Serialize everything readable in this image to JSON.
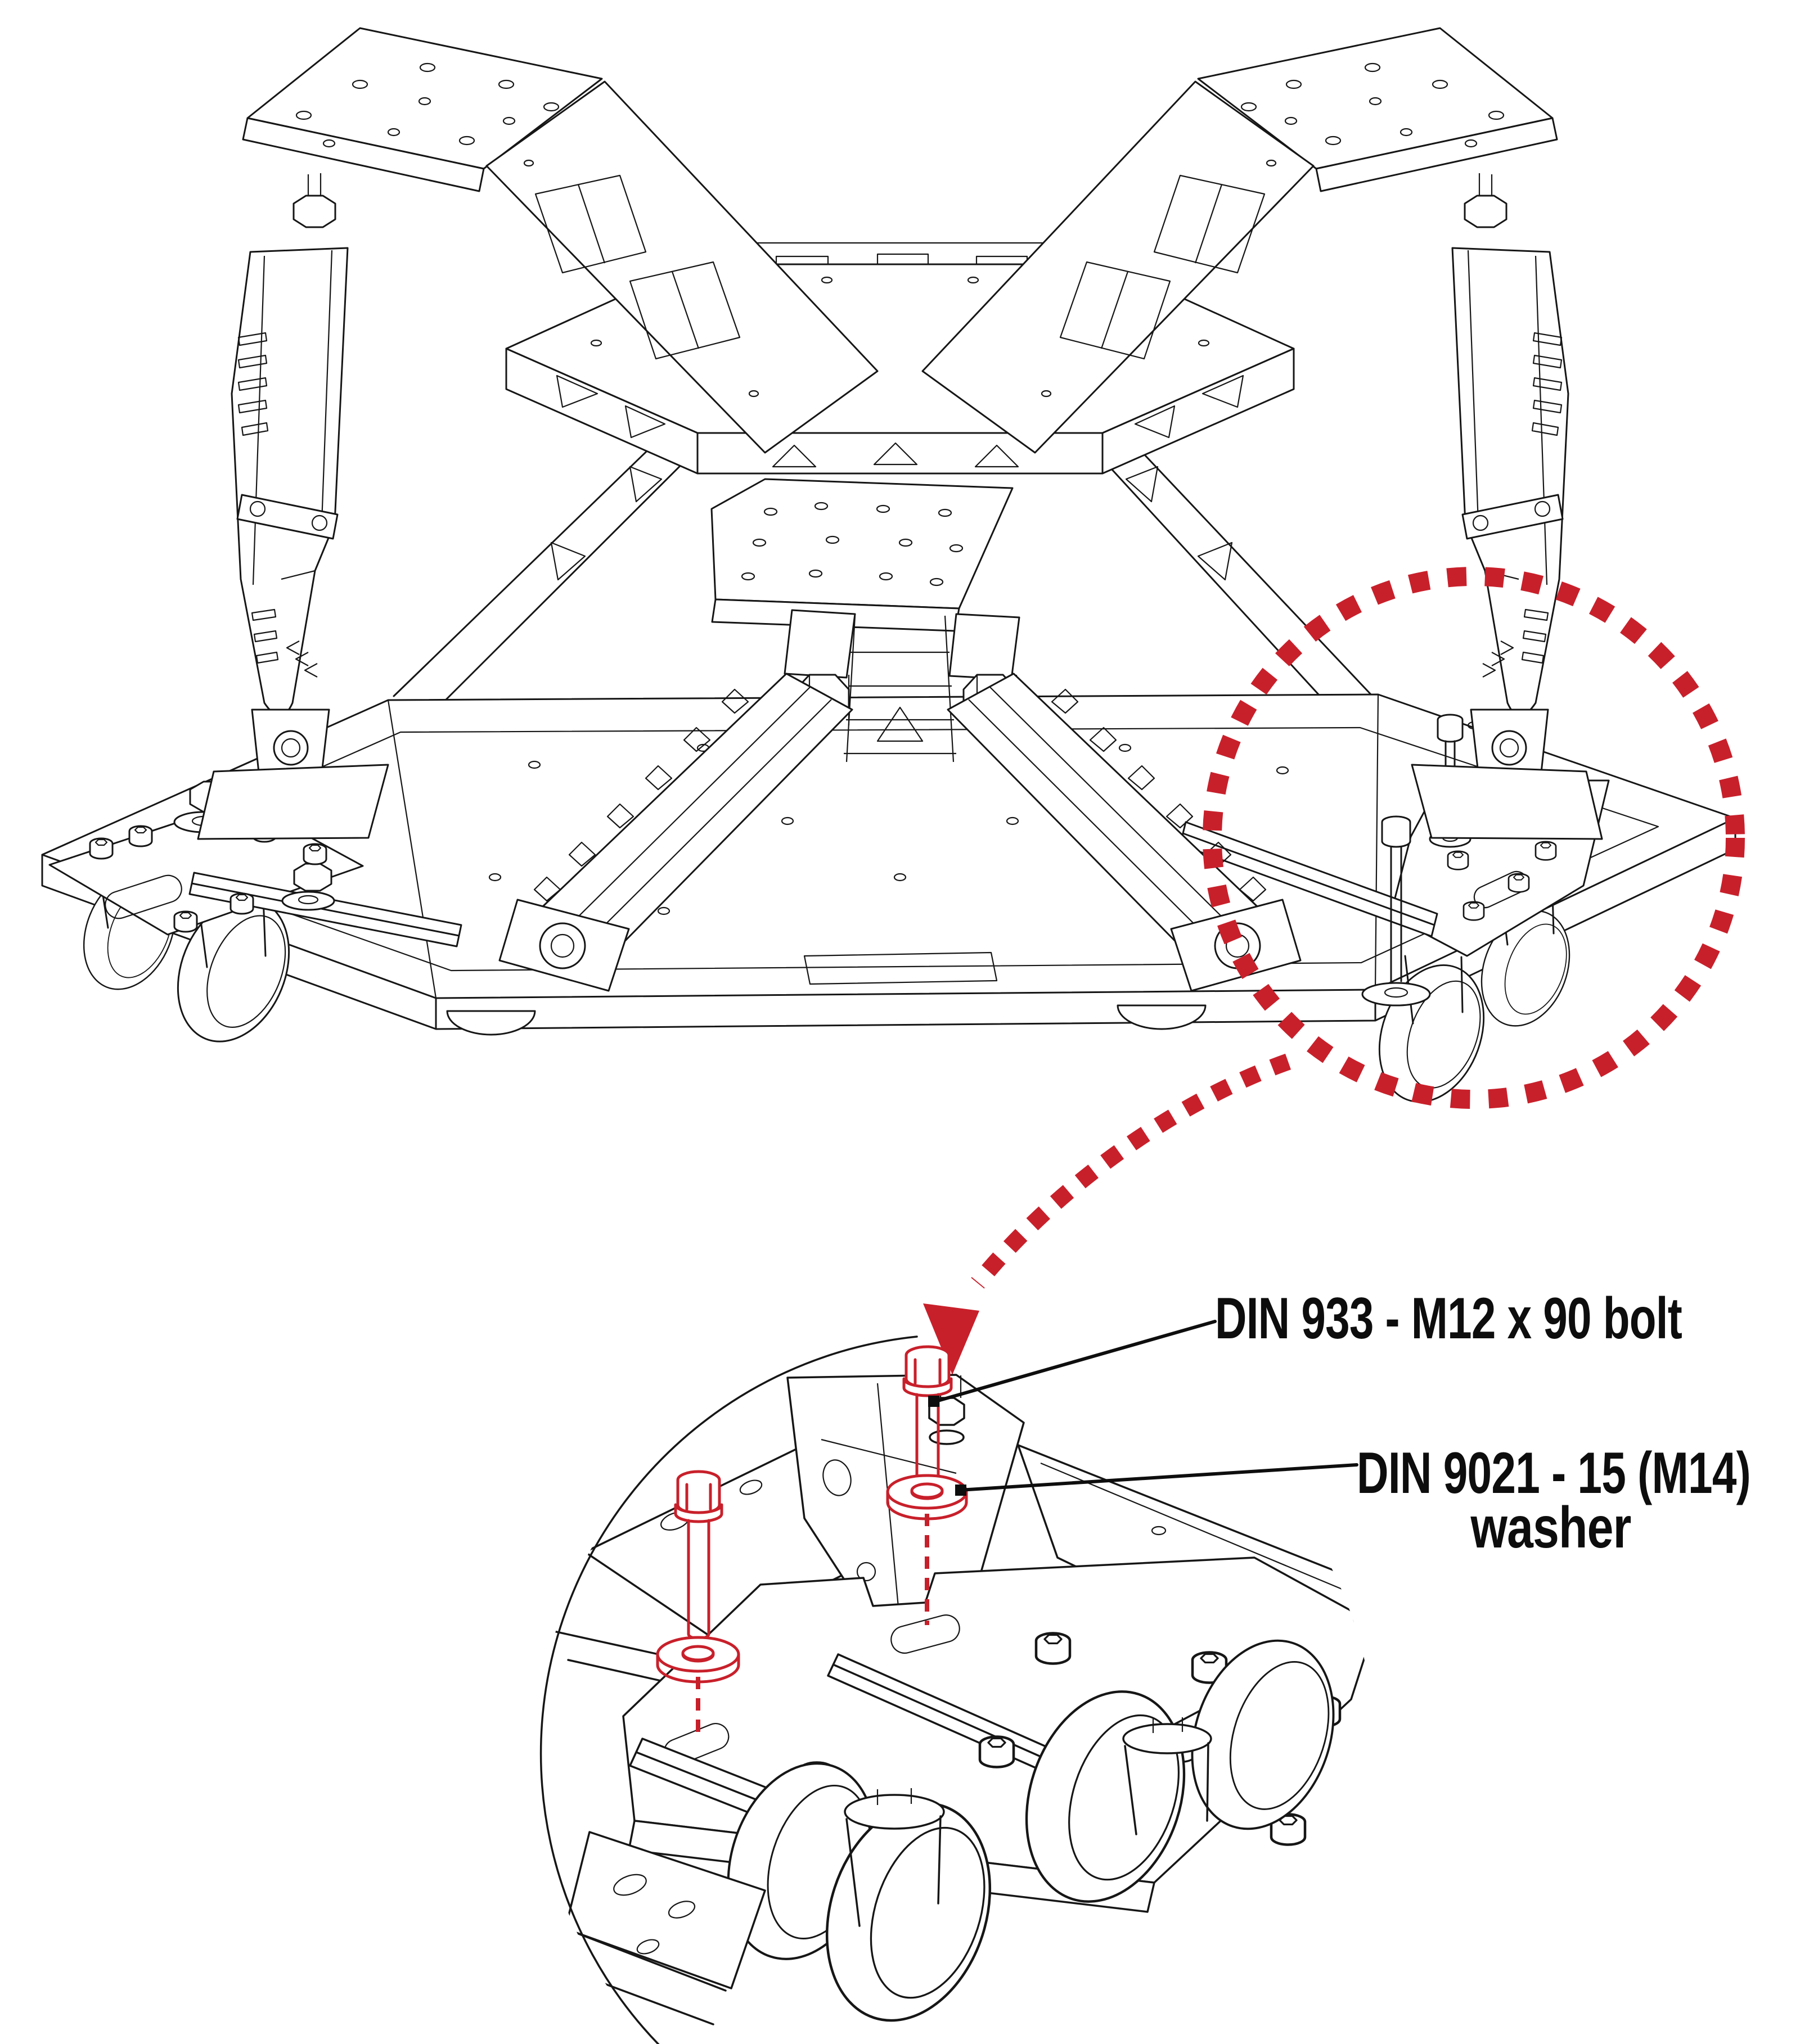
{
  "figure": {
    "kind": "exploded-assembly-instruction-diagram",
    "subject": "motion platform base frame with caster outriggers",
    "views": {
      "main_view": "isometric hexapod base assembly with two actuator towers, truss legs and caster outriggers",
      "detail_view": "circular close-up of right outrigger caster plate with fasteners highlighted in red"
    }
  },
  "callouts": {
    "bolt": {
      "text": "DIN 933 - M12 x 90 bolt"
    },
    "washer": {
      "line1": "DIN 9021 - 15 (M14)",
      "line2": "washer"
    }
  },
  "colors": {
    "highlight_red": "#C8202B",
    "line_black": "#161616",
    "background": "#FFFFFF"
  },
  "icons": {
    "highlight_circle": "dotted-circle-highlight",
    "detail_arrow": "dotted-curved-arrow"
  }
}
